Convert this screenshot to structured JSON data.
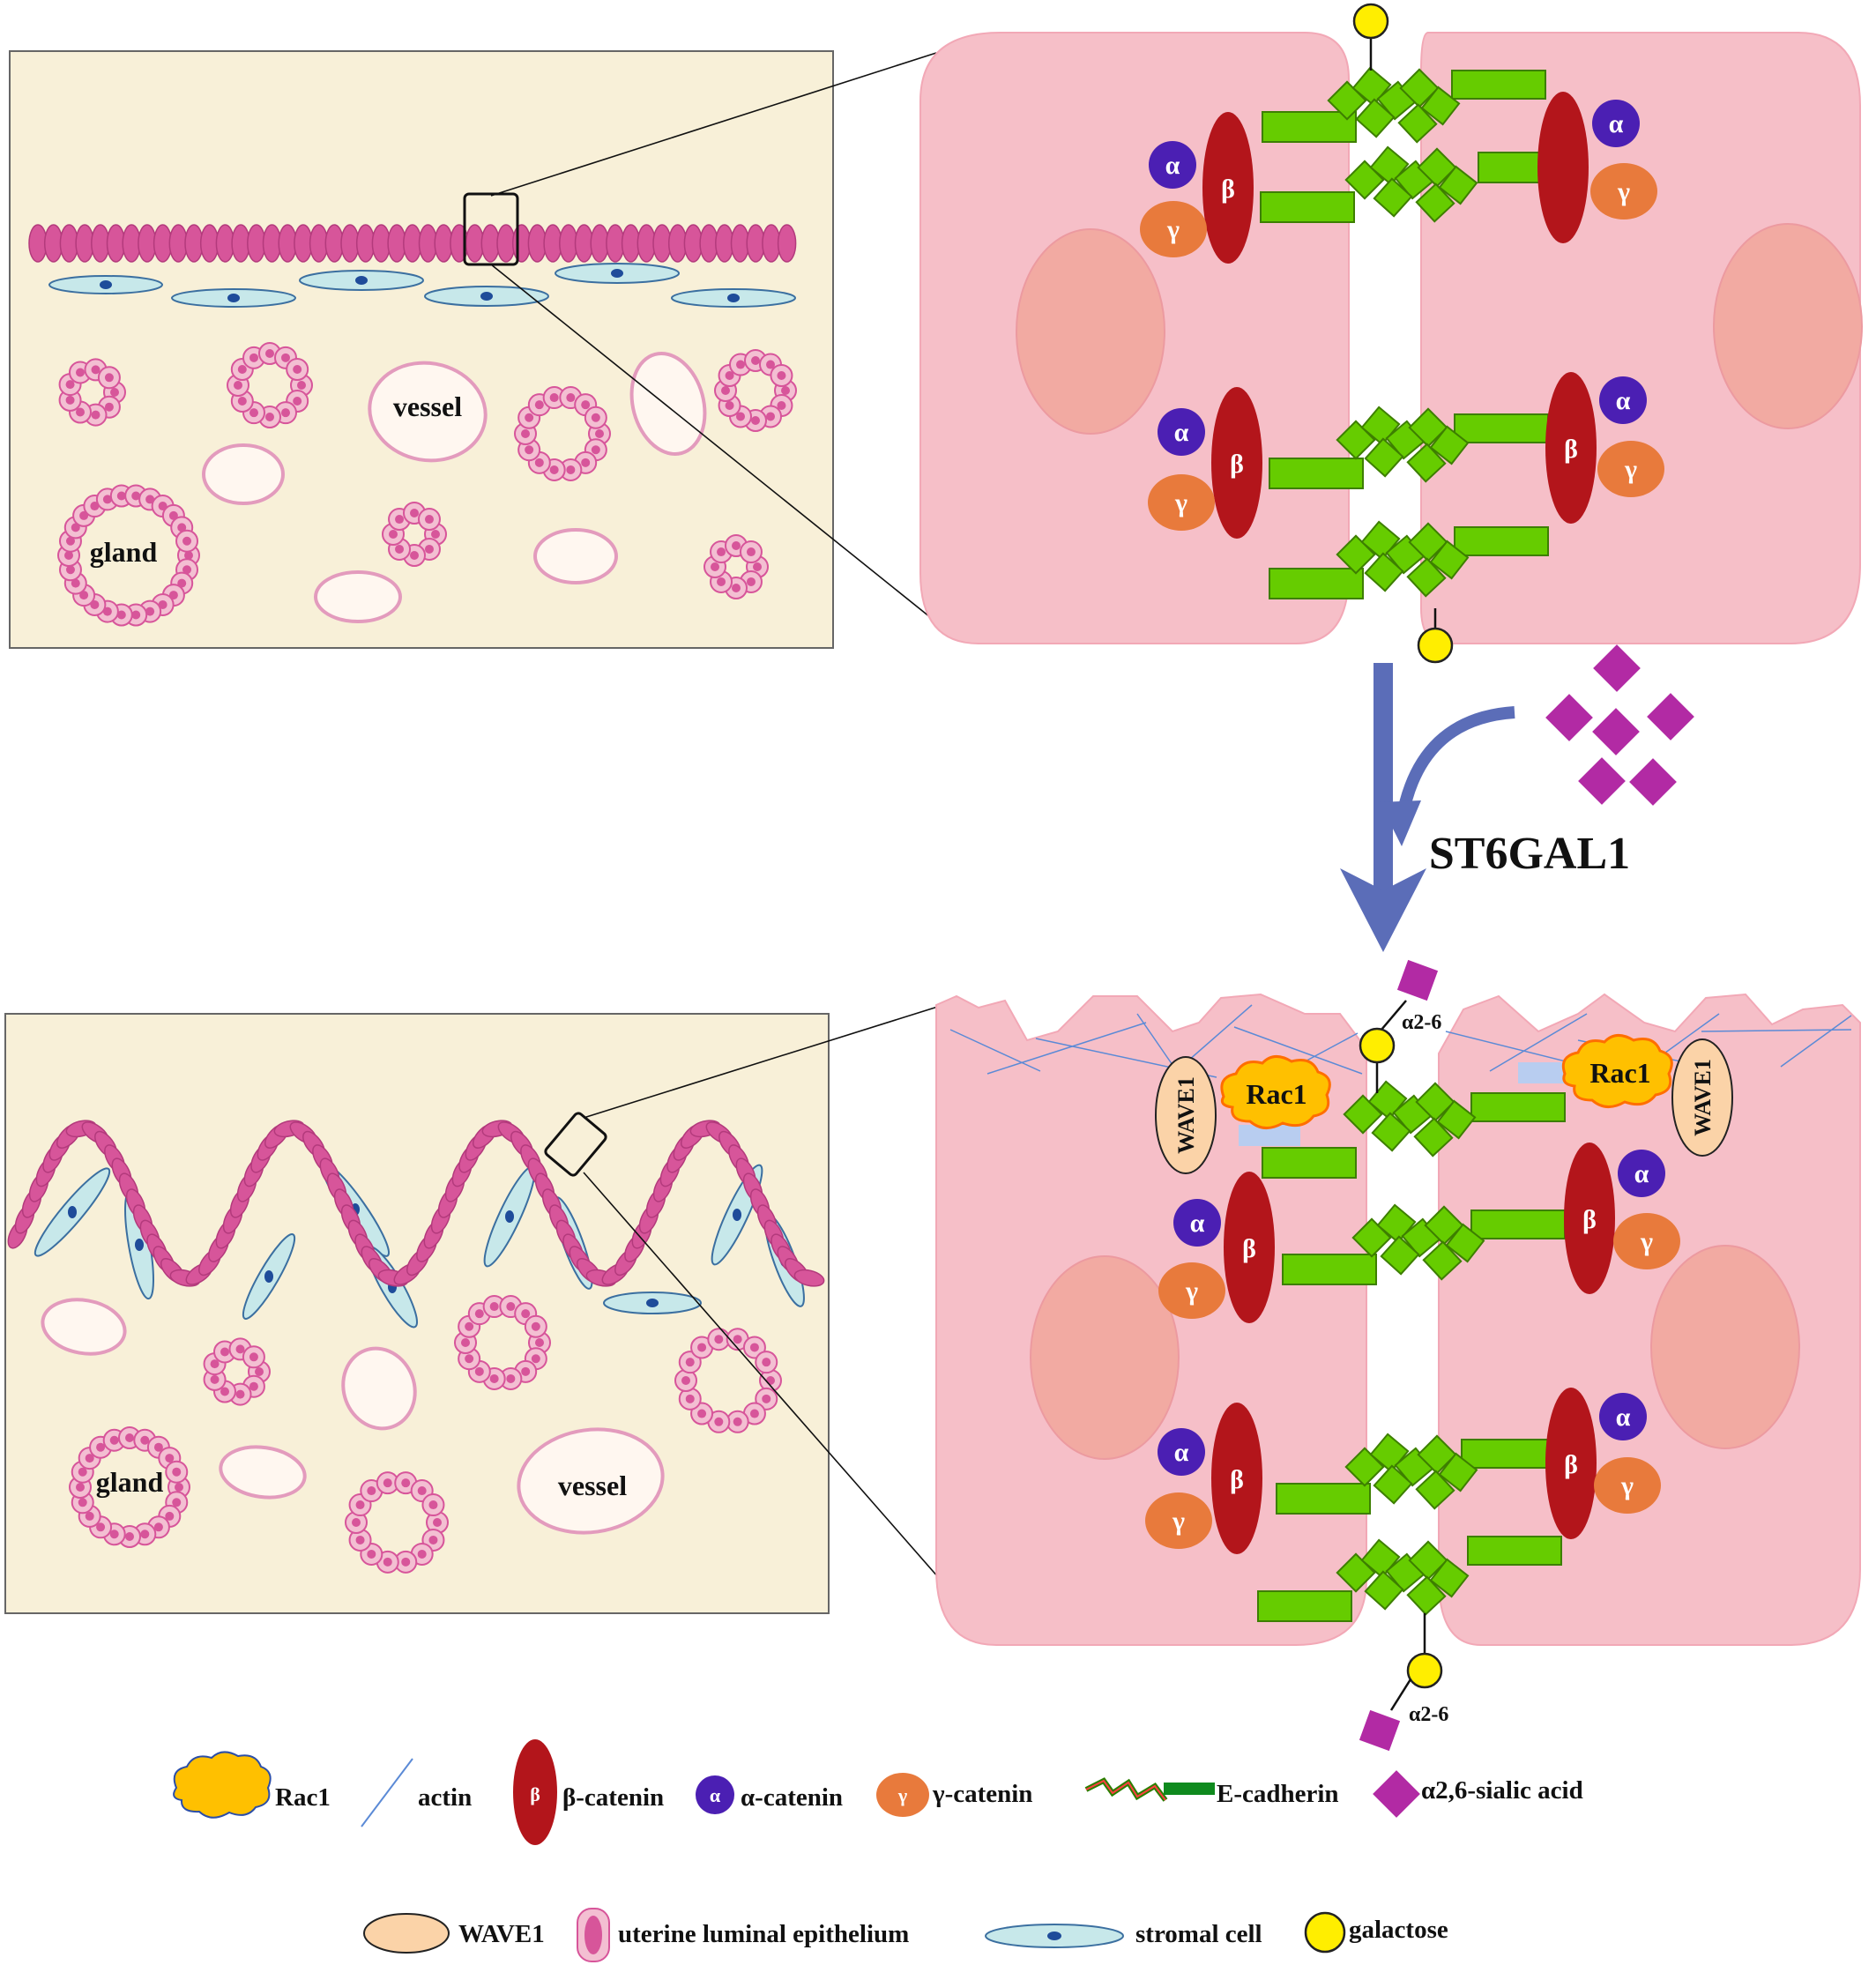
{
  "panels": {
    "normal": {
      "gland_label": "gland",
      "vessel_label": "vessel"
    },
    "receptive": {
      "gland_label": "gland",
      "vessel_label": "vessel"
    }
  },
  "cells": {
    "alpha_symbol": "α",
    "beta_symbol": "β",
    "gamma_symbol": "γ",
    "wave1_label": "WAVE1",
    "rac1_label": "Rac1",
    "linkage_label": "α2-6"
  },
  "enzyme_label": "ST6GAL1",
  "legend": {
    "rac1": "Rac1",
    "actin": "actin",
    "beta_catenin": "β-catenin",
    "alpha_catenin": "α-catenin",
    "gamma_catenin": "γ-catenin",
    "e_cadherin": "E-cadherin",
    "sialic_acid": "α2,6-sialic acid",
    "wave1": "WAVE1",
    "epithelium": "uterine luminal epithelium",
    "stromal_cell": "stromal cell",
    "galactose": "galactose"
  },
  "colors": {
    "cell_pink": "#f6bfc8",
    "cadherin_green": "#66cc00",
    "beta_red": "#b3151b",
    "alpha_purple": "#4b1fb3",
    "gamma_orange": "#e87a3c",
    "galactose_yellow": "#ffee00",
    "sialic_magenta": "#b22aa4",
    "arrow_blue": "#5b6db8",
    "tissue_bg": "#f8f0d8"
  }
}
